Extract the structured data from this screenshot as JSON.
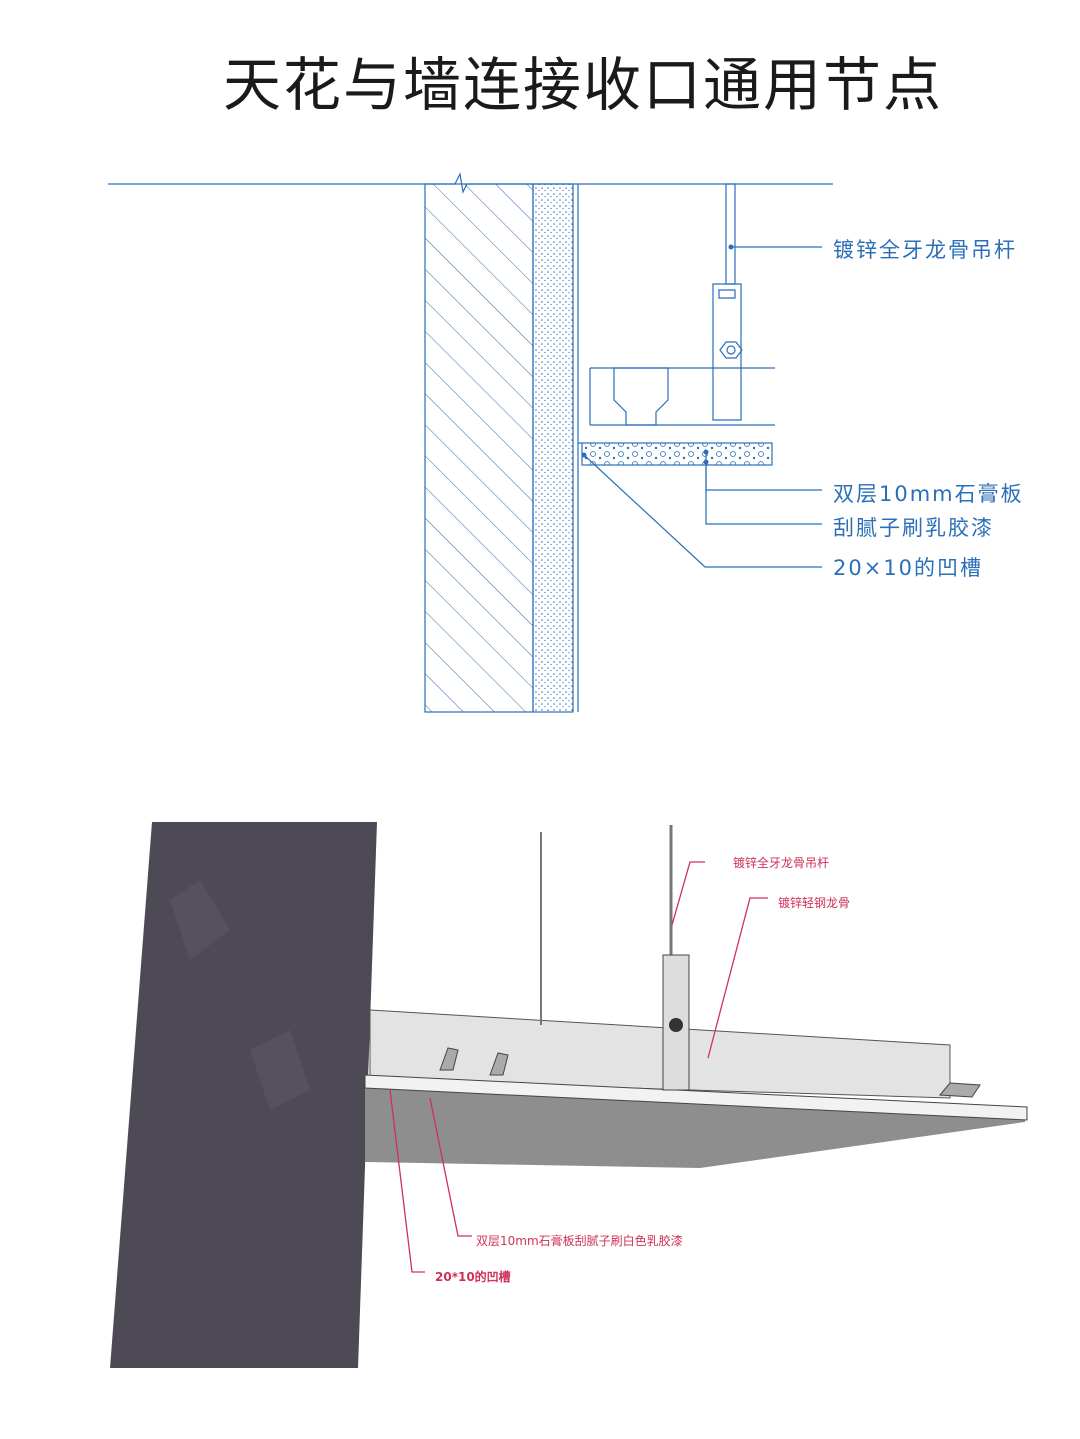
{
  "title": "天花与墙连接收口通用节点",
  "section_drawing": {
    "labels": [
      "镀锌全牙龙骨吊杆",
      "双层10mm石膏板",
      "刮腻子刷乳胶漆",
      "20×10的凹槽"
    ],
    "line_color": "#2a6fb8"
  },
  "perspective_drawing": {
    "labels": [
      "镀锌全牙龙骨吊杆",
      "镀锌轻钢龙骨",
      "双层10mm石膏板刮腻子刷白色乳胶漆",
      "20*10的凹槽"
    ],
    "leader_color": "#d0305a"
  }
}
